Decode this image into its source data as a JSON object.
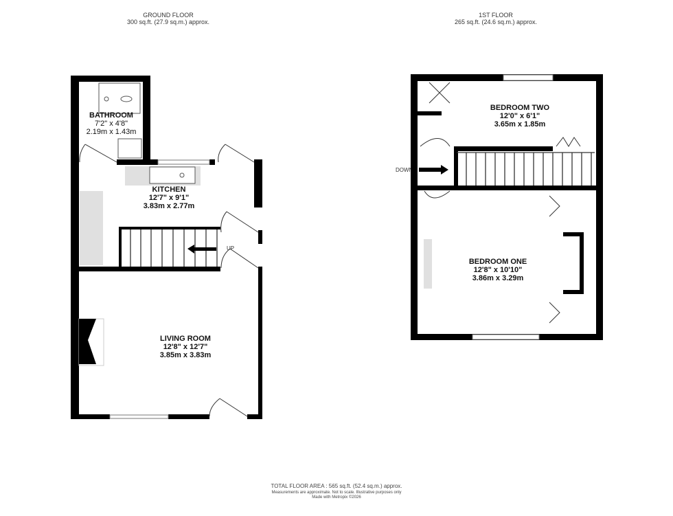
{
  "ground_floor": {
    "title": "GROUND FLOOR",
    "area": "300 sq.ft. (27.9 sq.m.) approx.",
    "rooms": [
      {
        "name": "BATHROOM",
        "imperial": "7'2\" x 4'8\"",
        "metric": "2.19m x 1.43m"
      },
      {
        "name": "KITCHEN",
        "imperial": "12'7\" x 9'1\"",
        "metric": "3.83m x 2.77m"
      },
      {
        "name": "LIVING ROOM",
        "imperial": "12'8\" x 12'7\"",
        "metric": "3.85m x 3.83m"
      }
    ],
    "stairs_label": "UP"
  },
  "first_floor": {
    "title": "1ST FLOOR",
    "area": "265 sq.ft. (24.6 sq.m.) approx.",
    "rooms": [
      {
        "name": "BEDROOM TWO",
        "imperial": "12'0\" x 6'1\"",
        "metric": "3.65m x 1.85m"
      },
      {
        "name": "BEDROOM ONE",
        "imperial": "12'8\" x 10'10\"",
        "metric": "3.86m x 3.29m"
      }
    ],
    "stairs_label": "DOWN"
  },
  "footer": {
    "total": "TOTAL FLOOR AREA : 565 sq.ft. (52.4 sq.m.) approx.",
    "disclaimer": "Measurements are approximate. Not to scale. Illustrative purposes only",
    "credit": "Made with Metropix ©2026"
  },
  "colors": {
    "wall": "#000000",
    "fitting": "#e0e0e0"
  }
}
